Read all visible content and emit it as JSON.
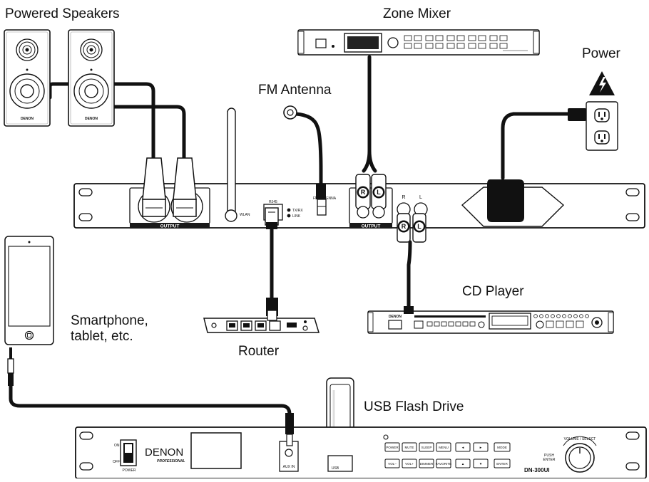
{
  "labels": {
    "powered_speakers": "Powered Speakers",
    "zone_mixer": "Zone Mixer",
    "power": "Power",
    "fm_antenna": "FM Antenna",
    "cd_player": "CD Player",
    "router": "Router",
    "smartphone": "Smartphone,\ntablet, etc.",
    "usb_flash_drive": "USB Flash Drive"
  },
  "rear_panel": {
    "output_left": "OUTPUT",
    "output_right": "OUTPUT",
    "wlan": "WLAN",
    "rj45": "RJ45",
    "tx_rx": "TX/RX",
    "link": "LINK",
    "fm_antenna": "FM ANTENNA",
    "r": "R",
    "l": "L",
    "r_badge": "R",
    "l_badge": "L"
  },
  "front_panel": {
    "brand": "DENON",
    "brand_sub": "PROFESSIONAL",
    "power_on": "ON",
    "power_off": "OFF",
    "power_label": "POWER",
    "aux_in": "AUX IN",
    "usb": "USB",
    "volume_select": "VOLUME / SELECT",
    "push": "PUSH",
    "enter": "ENTER",
    "model": "DN-300UI",
    "buttons_row1": [
      "POWER",
      "MUTE",
      "SLEEP",
      "MENU",
      "◄",
      "►",
      "MODE"
    ],
    "buttons_row2": [
      "VOL–",
      "VOL+",
      "DIMMER",
      "FAVORITE",
      "▲",
      "▼",
      "ENTER"
    ]
  },
  "speaker_brand": "DENON",
  "cd_brand": "DENON",
  "colors": {
    "line": "#111111",
    "cable": "#111111",
    "fill": "#ffffff",
    "label_bg": "#1a1a1a",
    "shade": "#d8d8d8"
  },
  "icons": [
    "speaker-icon",
    "lightning-warning-icon",
    "wall-outlet-icon",
    "antenna-icon",
    "rca-plug-icon",
    "ethernet-plug-icon",
    "usb-drive-icon",
    "trs-plug-icon",
    "smartphone-icon",
    "knob-icon"
  ]
}
